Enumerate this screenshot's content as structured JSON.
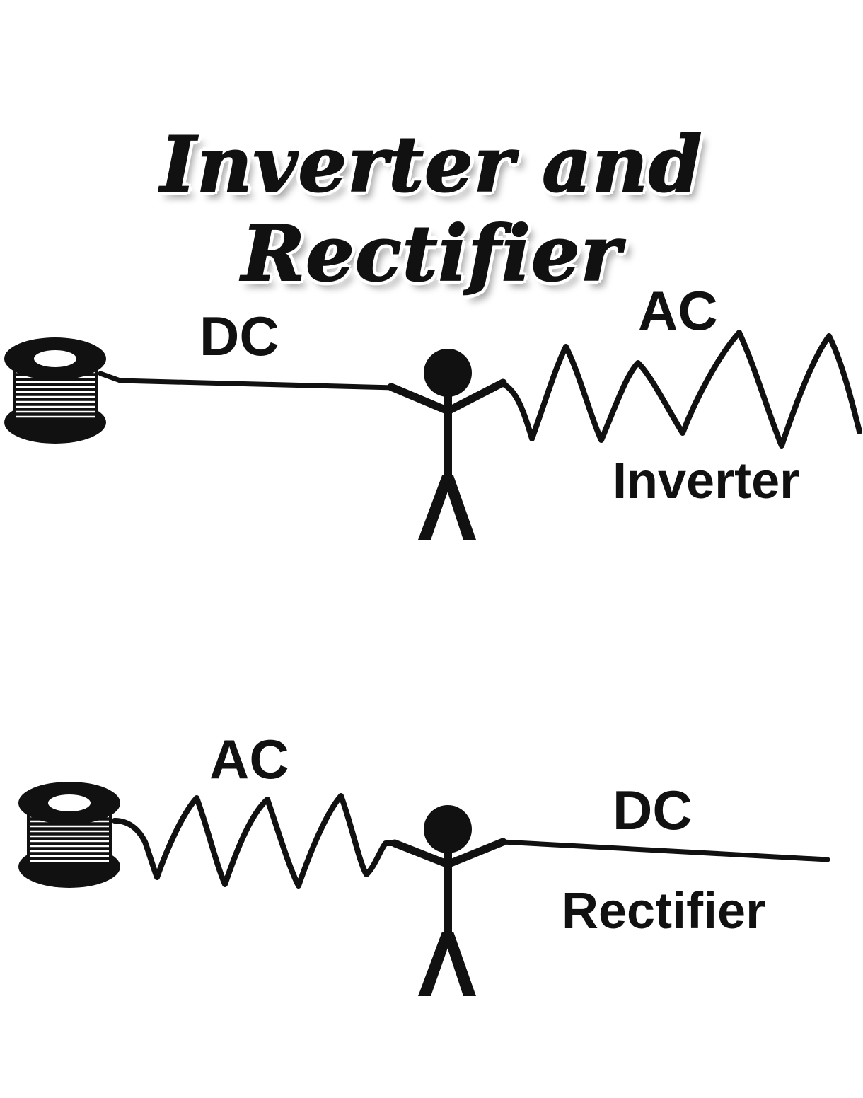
{
  "title": "Inverter and Rectifier",
  "inverter": {
    "input_label": "DC",
    "output_label": "AC",
    "device_label": "Inverter"
  },
  "rectifier": {
    "input_label": "AC",
    "output_label": "DC",
    "device_label": "Rectifier"
  },
  "colors": {
    "ink": "#111111",
    "background": "#ffffff"
  }
}
